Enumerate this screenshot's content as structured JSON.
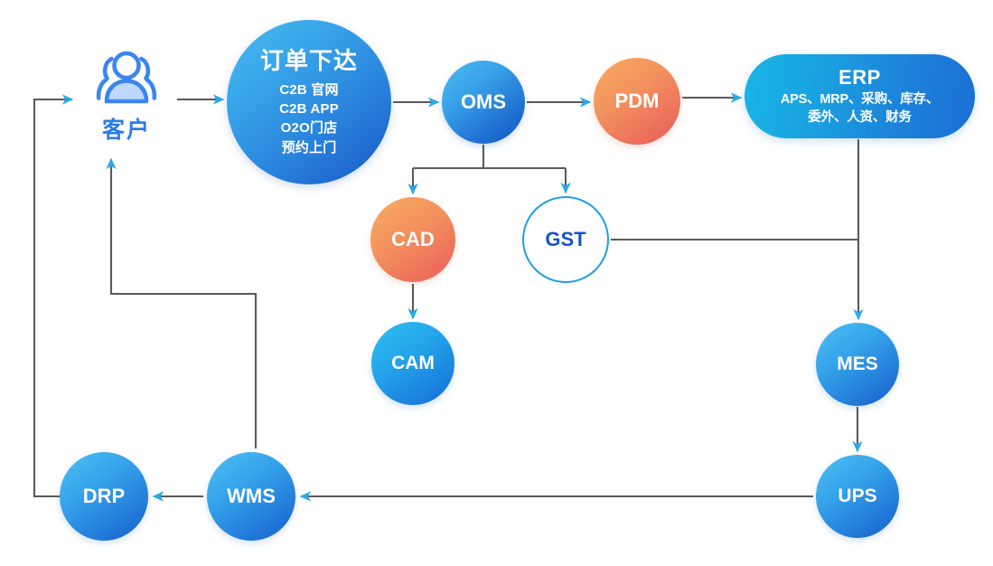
{
  "diagram": {
    "title": "",
    "colors": {
      "blue_light": "#4ebcf1",
      "blue_dark": "#1456c0",
      "cyan": "#17b6e4",
      "orange_light": "#f8ac64",
      "orange_dark": "#e9615a",
      "line": "#5a5a5a",
      "arrowhead": "#29a9e8",
      "customer_blue": "#2b7bea"
    },
    "nodes": {
      "customer": {
        "label": "客户",
        "icon": "users-group-icon"
      },
      "order": {
        "title": "订单下达",
        "items": [
          "C2B 官网",
          "C2B APP",
          "O2O门店",
          "预约上门"
        ]
      },
      "oms": {
        "label": "OMS"
      },
      "pdm": {
        "label": "PDM"
      },
      "erp": {
        "title": "ERP",
        "subtitle_line1": "APS、MRP、采购、库存、",
        "subtitle_line2": "委外、人资、财务"
      },
      "cad": {
        "label": "CAD"
      },
      "gst": {
        "label": "GST"
      },
      "cam": {
        "label": "CAM"
      },
      "mes": {
        "label": "MES"
      },
      "ups": {
        "label": "UPS"
      },
      "wms": {
        "label": "WMS"
      },
      "drp": {
        "label": "DRP"
      }
    },
    "edges": [
      {
        "from": "drp",
        "to": "customer",
        "style": "elbow"
      },
      {
        "from": "customer",
        "to": "order",
        "style": "straight"
      },
      {
        "from": "order",
        "to": "oms",
        "style": "straight"
      },
      {
        "from": "oms",
        "to": "pdm",
        "style": "straight"
      },
      {
        "from": "pdm",
        "to": "erp",
        "style": "straight"
      },
      {
        "from": "oms",
        "to": "cad",
        "style": "branch"
      },
      {
        "from": "oms",
        "to": "gst",
        "style": "branch"
      },
      {
        "from": "cad",
        "to": "cam",
        "style": "straight"
      },
      {
        "from": "gst",
        "to": "erp-bus",
        "style": "straight"
      },
      {
        "from": "erp",
        "to": "mes",
        "style": "straight"
      },
      {
        "from": "mes",
        "to": "ups",
        "style": "straight"
      },
      {
        "from": "ups",
        "to": "wms",
        "style": "straight"
      },
      {
        "from": "wms",
        "to": "drp",
        "style": "straight"
      },
      {
        "from": "wms",
        "to": "customer",
        "style": "elbow"
      }
    ]
  }
}
